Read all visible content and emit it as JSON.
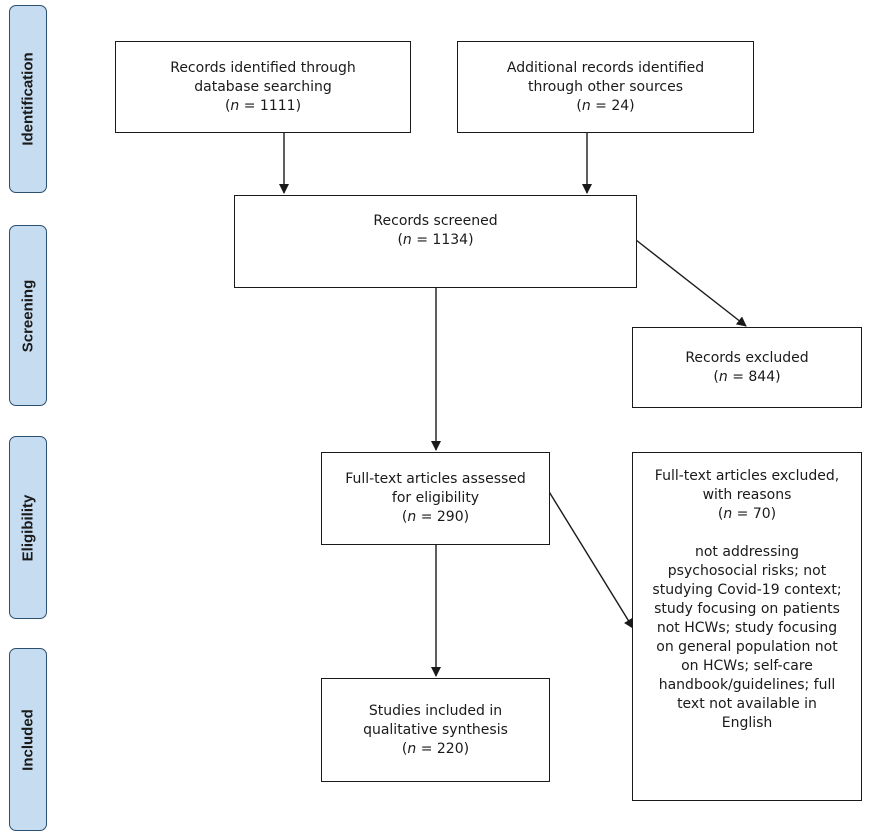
{
  "phases": {
    "identification": "Identification",
    "screening": "Screening",
    "eligibility": "Eligibility",
    "included": "Included"
  },
  "boxes": {
    "database": {
      "lines": [
        "Records identified through",
        "database searching"
      ],
      "n_label": "n",
      "n_value": " = 1111"
    },
    "other_sources": {
      "lines": [
        "Additional records identified",
        "through other sources"
      ],
      "n_label": "n",
      "n_value": " = 24"
    },
    "screened": {
      "lines": [
        "Records screened"
      ],
      "n_label": "n",
      "n_value": " = 1134"
    },
    "excluded": {
      "lines": [
        "Records excluded"
      ],
      "n_label": "n",
      "n_value": " = 844"
    },
    "fulltext": {
      "lines": [
        "Full-text articles assessed",
        "for eligibility"
      ],
      "n_label": "n",
      "n_value": " = 290"
    },
    "fulltext_excluded": {
      "lines": [
        "Full-text articles excluded,",
        "with reasons"
      ],
      "n_label": "n",
      "n_value": " = 70",
      "reasons": [
        "not addressing",
        "psychosocial risks; not",
        "studying Covid-19 context;",
        "study focusing on patients",
        "not HCWs; study focusing",
        "on general population not",
        "on HCWs; self-care",
        "handbook/guidelines; full",
        "text not available in",
        "English"
      ]
    },
    "included": {
      "lines": [
        "Studies included in",
        "qualitative synthesis"
      ],
      "n_label": "n",
      "n_value": " = 220"
    }
  },
  "colors": {
    "phase_fill": "#c6dcf0",
    "phase_border": "#2b4f6e",
    "box_border": "#1a1a1a"
  }
}
